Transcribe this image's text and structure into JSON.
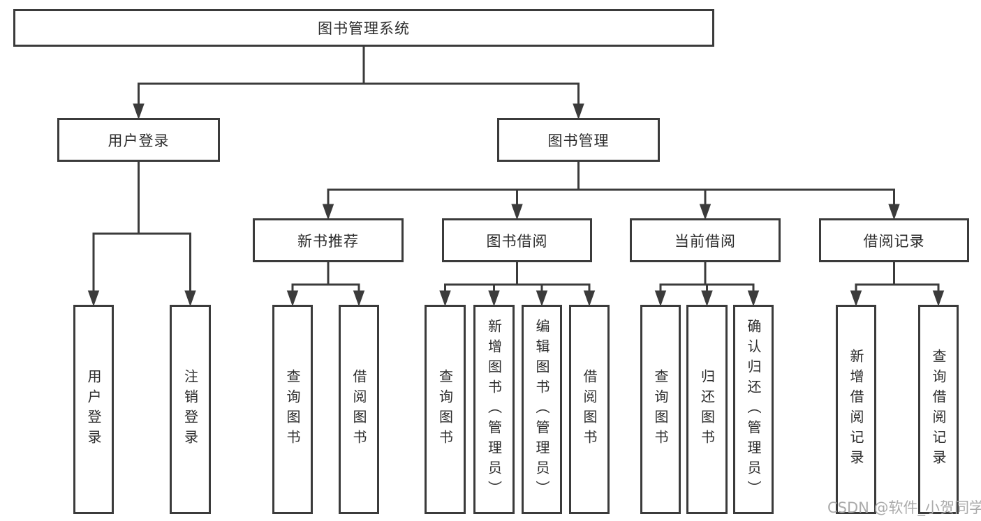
{
  "tree": {
    "root": {
      "label": "图书管理系统"
    },
    "children": [
      {
        "label": "用户登录",
        "children": [
          {
            "label": "用户登录"
          },
          {
            "label": "注销登录"
          }
        ]
      },
      {
        "label": "图书管理",
        "children": [
          {
            "label": "新书推荐",
            "children": [
              {
                "label": "查询图书"
              },
              {
                "label": "借阅图书"
              }
            ]
          },
          {
            "label": "图书借阅",
            "children": [
              {
                "label": "查询图书"
              },
              {
                "label": "新增图书（管理员）"
              },
              {
                "label": "编辑图书（管理员）"
              },
              {
                "label": "借阅图书"
              }
            ]
          },
          {
            "label": "当前借阅",
            "children": [
              {
                "label": "查询图书"
              },
              {
                "label": "归还图书"
              },
              {
                "label": "确认归还（管理员）"
              }
            ]
          },
          {
            "label": "借阅记录",
            "children": [
              {
                "label": "新增借阅记录"
              },
              {
                "label": "查询借阅记录"
              }
            ]
          }
        ]
      }
    ]
  },
  "watermark": {
    "text": "CSDN @软件_小贺同学"
  },
  "colors": {
    "line": "#3b3b3b",
    "text": "#2d2d2d",
    "watermark": "#ababab",
    "background": "#ffffff"
  }
}
